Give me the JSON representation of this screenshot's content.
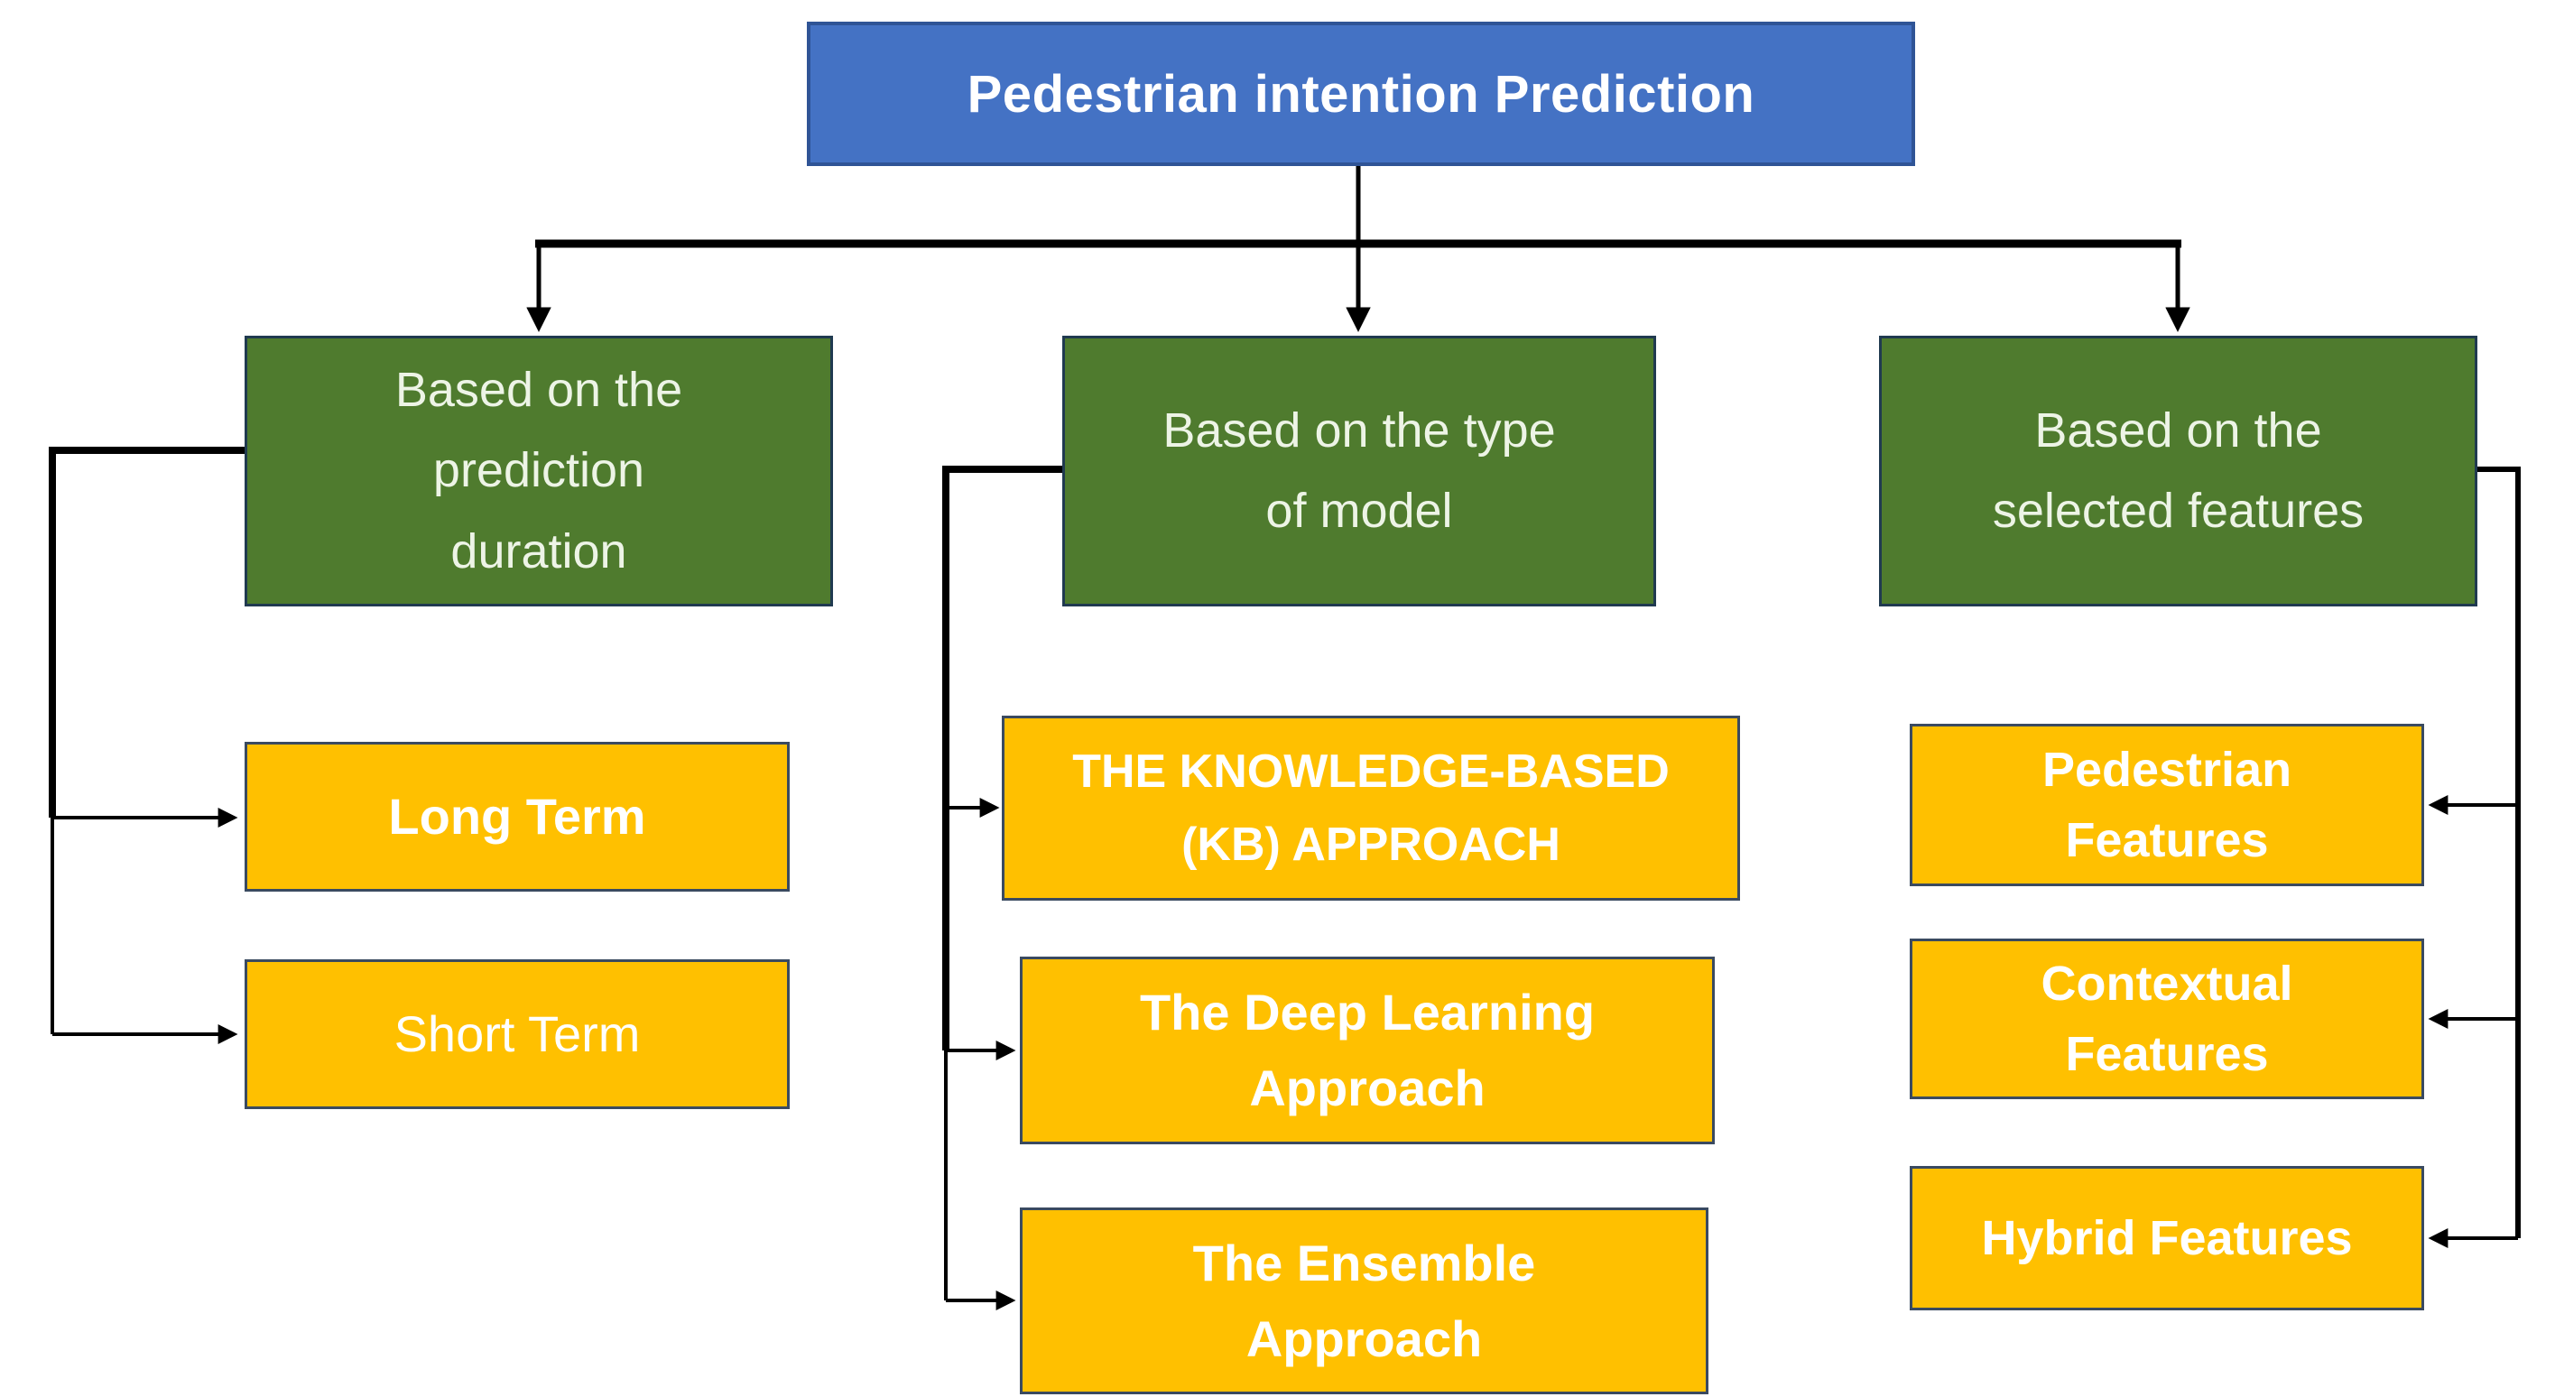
{
  "diagram": {
    "root": {
      "label": "Pedestrian intention Prediction"
    },
    "branches": [
      {
        "title": "Based on the\nprediction\nduration",
        "children": [
          {
            "label": "Long Term"
          },
          {
            "label": "Short Term"
          }
        ]
      },
      {
        "title": "Based on the type\nof model",
        "children": [
          {
            "label": "THE KNOWLEDGE-BASED\n(KB) APPROACH"
          },
          {
            "label": "The Deep Learning\nApproach"
          },
          {
            "label": "The Ensemble\nApproach"
          }
        ]
      },
      {
        "title": "Based on the\nselected features",
        "children": [
          {
            "label": "Pedestrian\nFeatures"
          },
          {
            "label": "Contextual\nFeatures"
          },
          {
            "label": "Hybrid Features"
          }
        ]
      }
    ],
    "colors": {
      "root_fill": "#4472C4",
      "root_border": "#2F5496",
      "category_fill": "#4F7B2E",
      "category_border": "#203A50",
      "leaf_fill": "#FFC000",
      "leaf_border": "#3A4A60",
      "text": "#FFFFFF",
      "category_text": "#EDF4E6",
      "connector": "#000000"
    }
  }
}
